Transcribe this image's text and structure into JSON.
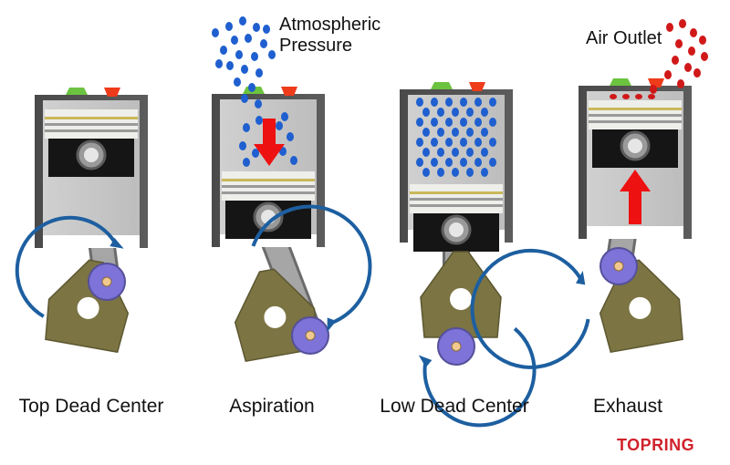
{
  "notes": {
    "intake_line1": "Atmospheric",
    "intake_line2": "Pressure",
    "outlet": "Air Outlet"
  },
  "stages": [
    {
      "label": "Top Dead Center"
    },
    {
      "label": "Aspiration"
    },
    {
      "label": "Low Dead Center"
    },
    {
      "label": "Exhaust"
    }
  ],
  "brand": {
    "name": "TOPRING",
    "color": "#d0212b"
  },
  "colors": {
    "intake_air": "#1f5fcf",
    "exhaust_air": "#d01818",
    "arrow": "#ee1111",
    "rotation_arrow": "#1d5fa0",
    "crank_disc": "#7c7443",
    "crank_pin": "#7d73d8",
    "inlet_valve": "#6cc33f",
    "outlet_valve": "#ee3b1a"
  }
}
